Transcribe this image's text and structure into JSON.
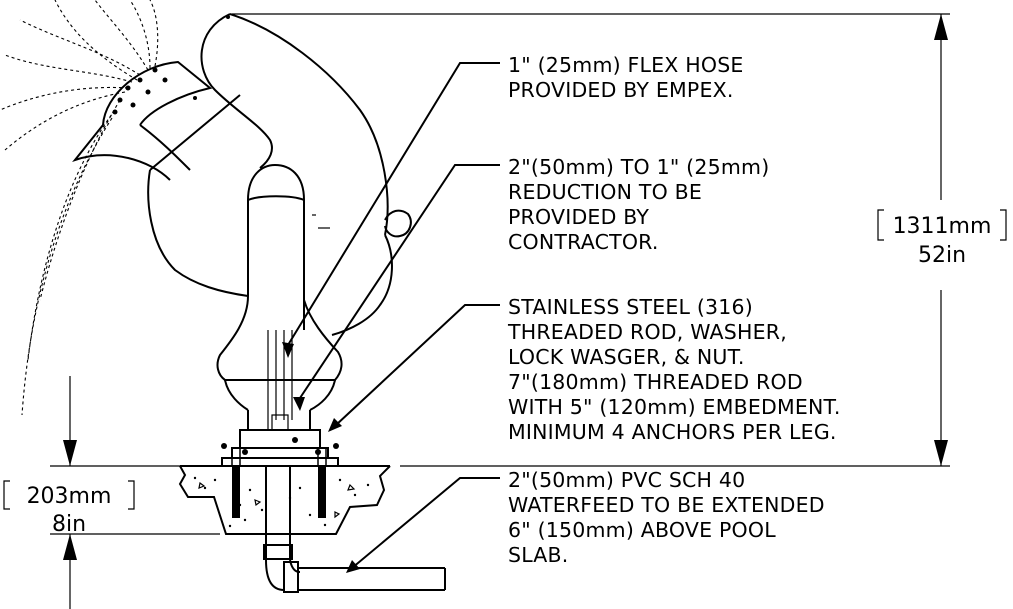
{
  "callouts": [
    {
      "id": "flex-hose",
      "lines": [
        "1\" (25mm) FLEX HOSE",
        "PROVIDED BY EMPEX."
      ]
    },
    {
      "id": "reduction",
      "lines": [
        "2\"(50mm) TO 1\" (25mm)",
        "REDUCTION TO BE",
        "PROVIDED BY",
        "CONTRACTOR."
      ]
    },
    {
      "id": "anchors",
      "lines": [
        "STAINLESS STEEL (316)",
        "THREADED ROD, WASHER,",
        "LOCK WASGER, & NUT.",
        "7\"(180mm) THREADED ROD",
        "WITH 5\" (120mm) EMBEDMENT.",
        "MINIMUM 4 ANCHORS PER LEG."
      ]
    },
    {
      "id": "waterfeed",
      "lines": [
        "2\"(50mm) PVC SCH 40",
        "WATERFEED TO BE EXTENDED",
        "6\" (150mm) ABOVE POOL",
        "SLAB."
      ]
    }
  ],
  "dimensions": {
    "height": {
      "metric": "1311mm",
      "imperial": "52in"
    },
    "depth": {
      "metric": "203mm",
      "imperial": "8in"
    }
  }
}
